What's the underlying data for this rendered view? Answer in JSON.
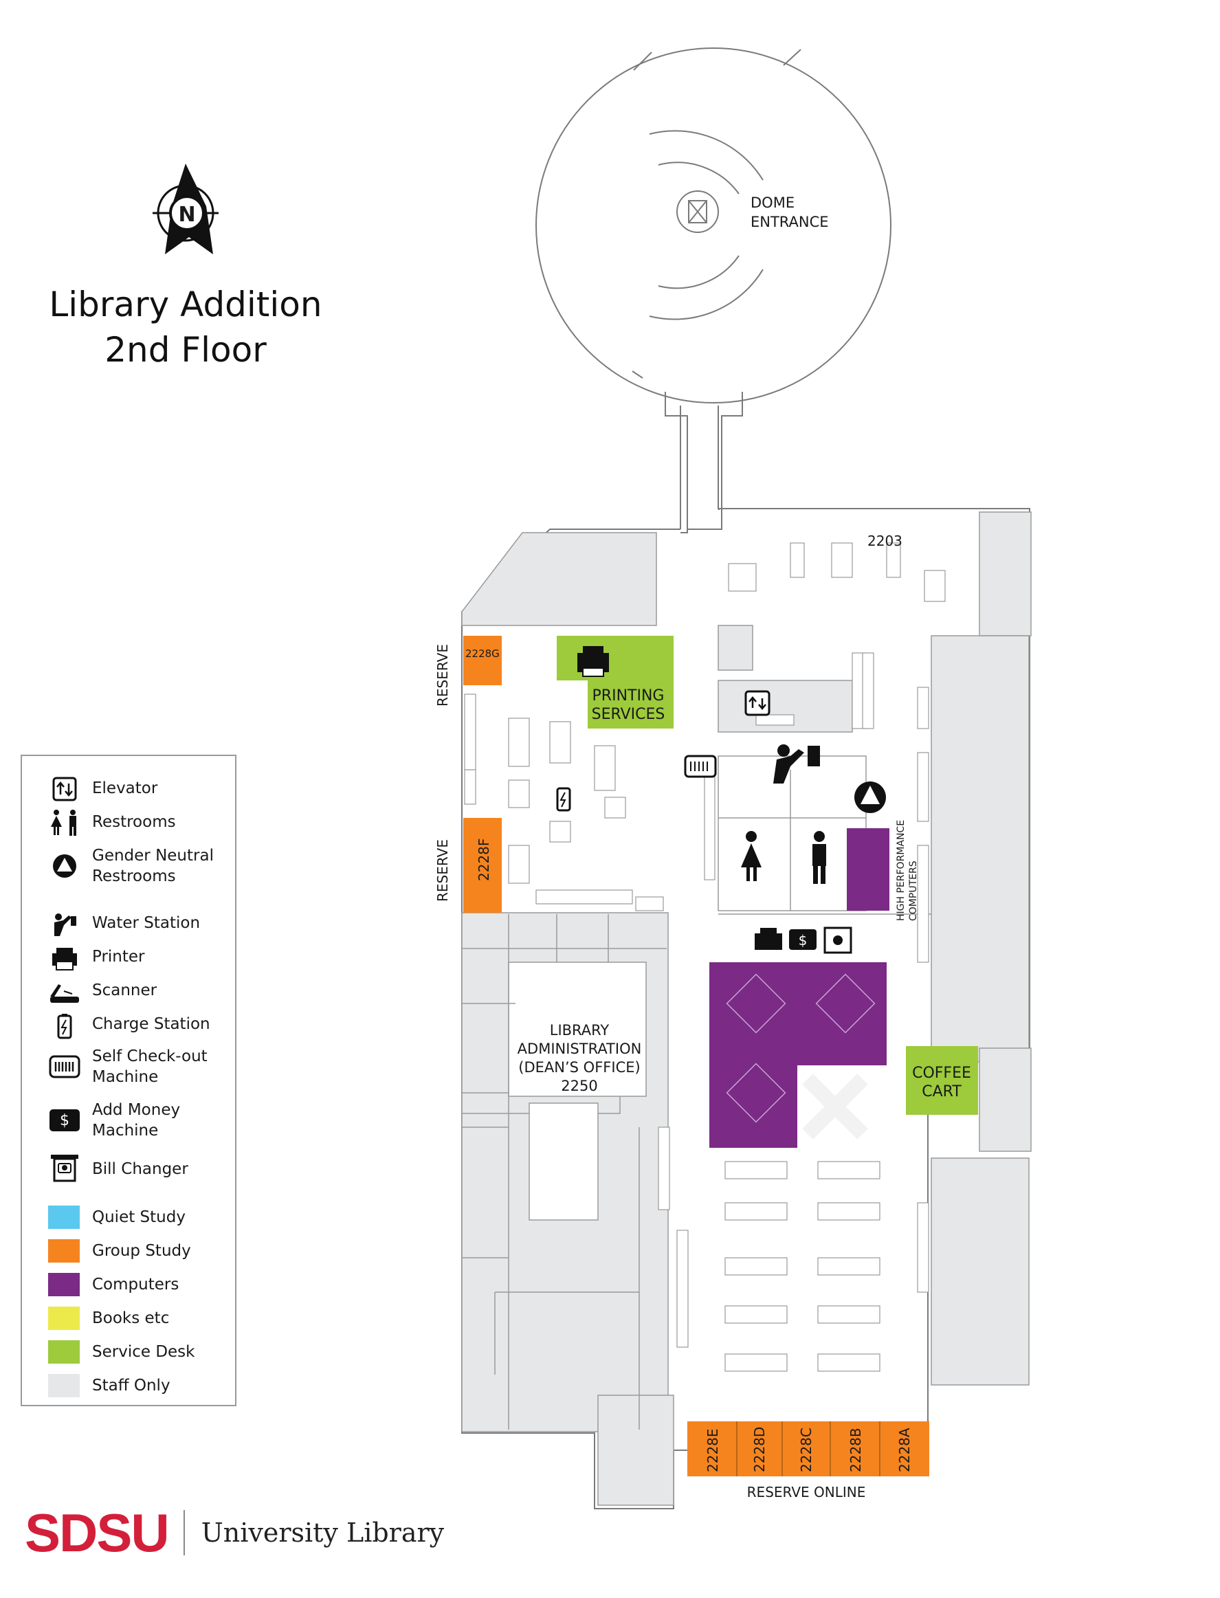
{
  "title": {
    "line1": "Library Addition",
    "line2": "2nd Floor"
  },
  "compass": {
    "letter": "N"
  },
  "map_labels": {
    "dome_entrance_1": "DOME",
    "dome_entrance_2": "ENTRANCE",
    "room_2203": "2203",
    "room_2228g": "2228G",
    "room_2228f": "2228F",
    "reserve_1": "RESERVE",
    "reserve_2": "RESERVE",
    "printing_1": "PRINTING",
    "printing_2": "SERVICES",
    "hpc_1": "HIGH PERFORMANCE",
    "hpc_2": "COMPUTERS",
    "admin_1": "LIBRARY",
    "admin_2": "ADMINISTRATION",
    "admin_3": "(DEAN’S OFFICE)",
    "admin_4": "2250",
    "coffee_1": "COFFEE",
    "coffee_2": "CART",
    "room_2228e": "2228E",
    "room_2228d": "2228D",
    "room_2228c": "2228C",
    "room_2228b": "2228B",
    "room_2228a": "2228A",
    "reserve_online": "RESERVE ONLINE"
  },
  "legend": {
    "icons": [
      {
        "label": "Elevator",
        "icon": "elevator-icon"
      },
      {
        "label": "Restrooms",
        "icon": "restroom-icon"
      },
      {
        "label_1": "Gender Neutral",
        "label_2": "Restrooms",
        "icon": "gender-neutral-restroom-icon"
      },
      {
        "label": "Water Station",
        "icon": "water-station-icon"
      },
      {
        "label": "Printer",
        "icon": "printer-icon"
      },
      {
        "label": "Scanner",
        "icon": "scanner-icon"
      },
      {
        "label": "Charge Station",
        "icon": "charge-station-icon"
      },
      {
        "label_1": "Self Check-out",
        "label_2": "Machine",
        "icon": "self-checkout-icon"
      },
      {
        "label_1": "Add Money",
        "label_2": "Machine",
        "icon": "add-money-icon",
        "glyph": "$"
      },
      {
        "label": "Bill Changer",
        "icon": "bill-changer-icon"
      }
    ],
    "colors": [
      {
        "label": "Quiet Study",
        "color": "#5bc8ef"
      },
      {
        "label": "Group Study",
        "color": "#f5841f"
      },
      {
        "label": "Computers",
        "color": "#7b2a86"
      },
      {
        "label": "Books etc",
        "color": "#ece94b"
      },
      {
        "label": "Service Desk",
        "color": "#9dcb3b"
      },
      {
        "label": "Staff Only",
        "color": "#e6e7e8"
      }
    ]
  },
  "footer": {
    "logo": "SDSU",
    "unit": "University Library"
  },
  "colors": {
    "staff": "#e6e7e8",
    "group": "#f5841f",
    "computers": "#7b2a86",
    "service": "#9dcb3b",
    "line": "#7a7a7a"
  }
}
